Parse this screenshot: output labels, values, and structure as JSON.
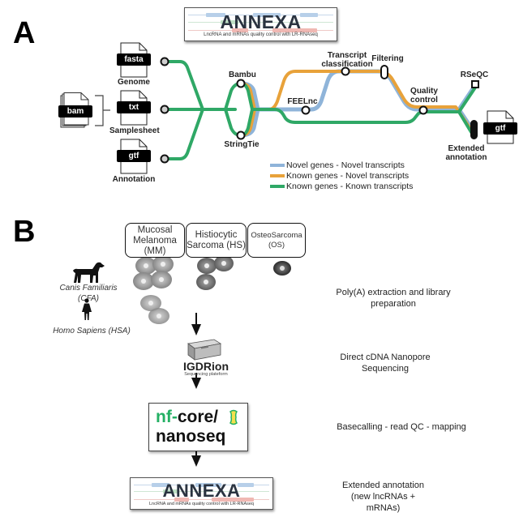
{
  "panel_a": {
    "letter": "A",
    "logo": {
      "word": "ANNEXA",
      "subtitle": "LncRNA and mRNAs quality control with LR-RNAseq"
    },
    "inputs": {
      "genome": {
        "tag": "fasta",
        "label": "Genome"
      },
      "samplesheet": {
        "tag": "txt",
        "label": "Samplesheet"
      },
      "annotation": {
        "tag": "gtf",
        "label": "Annotation"
      },
      "bam": {
        "tag": "bam"
      }
    },
    "nodes": {
      "bambu": "Bambu",
      "stringtie": "StringTie",
      "feelnc": "FEELnc",
      "transcript_classification_1": "Transcript",
      "transcript_classification_2": "classification",
      "filtering": "Filtering",
      "quality_control_1": "Quality",
      "quality_control_2": "control",
      "rseqc": "RSeQC",
      "extended_annotation_1": "Extended",
      "extended_annotation_2": "annotation"
    },
    "output": {
      "tag": "gtf"
    },
    "legend": [
      {
        "label": "Novel genes - Novel transcripts",
        "color": "#8fb4d9"
      },
      {
        "label": "Known genes - Novel transcripts",
        "color": "#e8a23a"
      },
      {
        "label": "Known genes - Known transcripts",
        "color": "#2fa866"
      }
    ]
  },
  "panel_b": {
    "letter": "B",
    "tumors": [
      {
        "line1": "Mucosal",
        "line2": "Melanoma",
        "line3": "(MM)"
      },
      {
        "line1": "Histiocytic",
        "line2": "Sarcoma (HS)"
      },
      {
        "line1": "OsteoSarcoma",
        "line2": "(OS)"
      }
    ],
    "species": [
      {
        "name": "Canis Familiaris",
        "code": "(CFA)"
      },
      {
        "name": "Homo Sapiens (HSA)"
      }
    ],
    "sequencer": {
      "name": "IGDRion",
      "subtitle": "Sequencing plateform"
    },
    "pipeline": {
      "prefix": "nf-",
      "name1": "core/",
      "name2": "nanoseq"
    },
    "logo": {
      "word": "ANNEXA",
      "subtitle": "LncRNA and mRNAs quality control with LR-RNAseq"
    },
    "steps": [
      {
        "line1": "Poly(A) extraction and library",
        "line2": "preparation"
      },
      {
        "line1": "Direct cDNA Nanopore",
        "line2": "Sequencing"
      },
      {
        "line1": "Basecalling - read QC - mapping"
      },
      {
        "line1": "Extended annotation",
        "line2": "(new lncRNAs +",
        "line3": "mRNAs)"
      }
    ]
  },
  "colors": {
    "novel_novel": "#8fb4d9",
    "known_novel": "#e8a23a",
    "known_known": "#2fa866",
    "nf_green": "#24b064"
  }
}
